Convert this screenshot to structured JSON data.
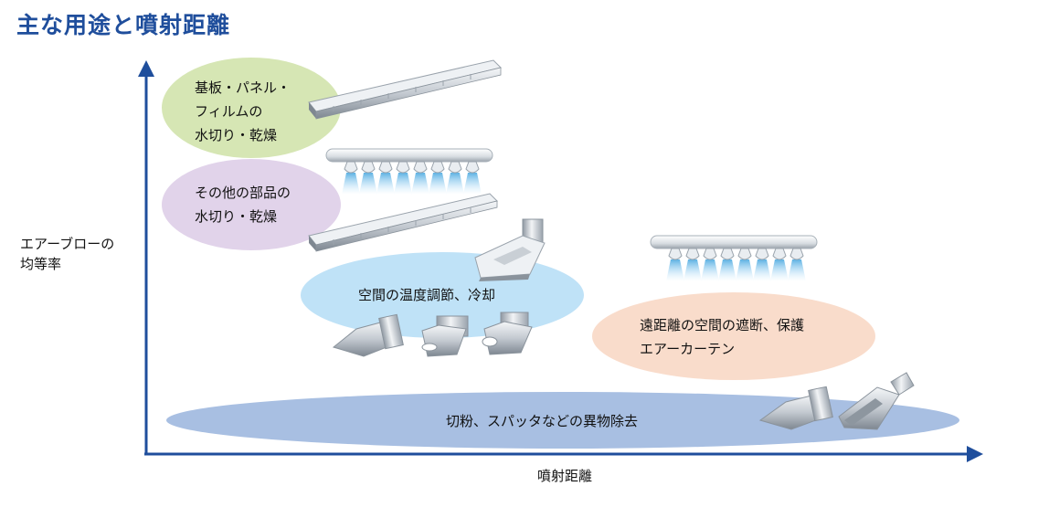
{
  "title": "主な用途と噴射距離",
  "axes": {
    "y_label": "エアーブローの\n均等率",
    "x_label": "噴射距離"
  },
  "applications": [
    {
      "label": "基板・パネル・\nフィルムの\n水切り・乾燥",
      "color": "#d6e6b4"
    },
    {
      "label": "その他の部品の\n水切り・乾燥",
      "color": "#e1d3ea"
    },
    {
      "label": "空間の温度調節、冷却",
      "color": "#bfe2f7"
    },
    {
      "label": "遠距離の空間の遮断、保護\nエアーカーテン",
      "color": "#f9dccb"
    },
    {
      "label": "切粉、スパッタなどの異物除去",
      "color": "#a8bfe2"
    }
  ],
  "colors": {
    "axis": "#1f4e9c",
    "title": "#1f4e9c"
  },
  "icons": [
    "flat-nozzle-bar-icon",
    "multi-nozzle-pipe-icon",
    "spot-nozzle-icon",
    "flat-fan-nozzle-icon"
  ]
}
